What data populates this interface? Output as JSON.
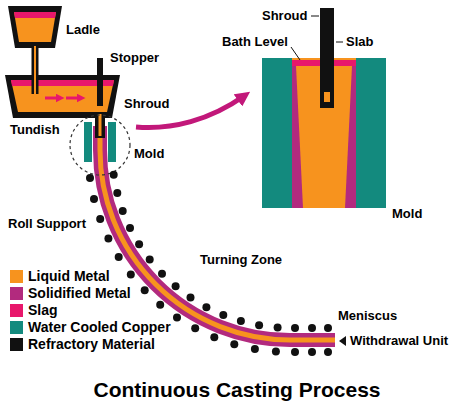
{
  "diagram": {
    "title": "Continuous Casting Process",
    "labels": [
      "Ladle",
      "Stopper",
      "Tundish",
      "Shroud",
      "Mold",
      "Roll Support",
      "Turning Zone",
      "Meniscus",
      "Withdrawal Unit",
      "Shroud",
      "Bath Level",
      "Slab",
      "Mold"
    ],
    "legend": [
      {
        "text": "Liquid Metal",
        "color": "#f7931e"
      },
      {
        "text": "Solidified Metal",
        "color": "#b22a7e"
      },
      {
        "text": "Slag",
        "color": "#e8176b"
      },
      {
        "text": "Water Cooled Copper",
        "color": "#138a7e"
      },
      {
        "text": "Refractory Material",
        "color": "#111111"
      }
    ]
  }
}
